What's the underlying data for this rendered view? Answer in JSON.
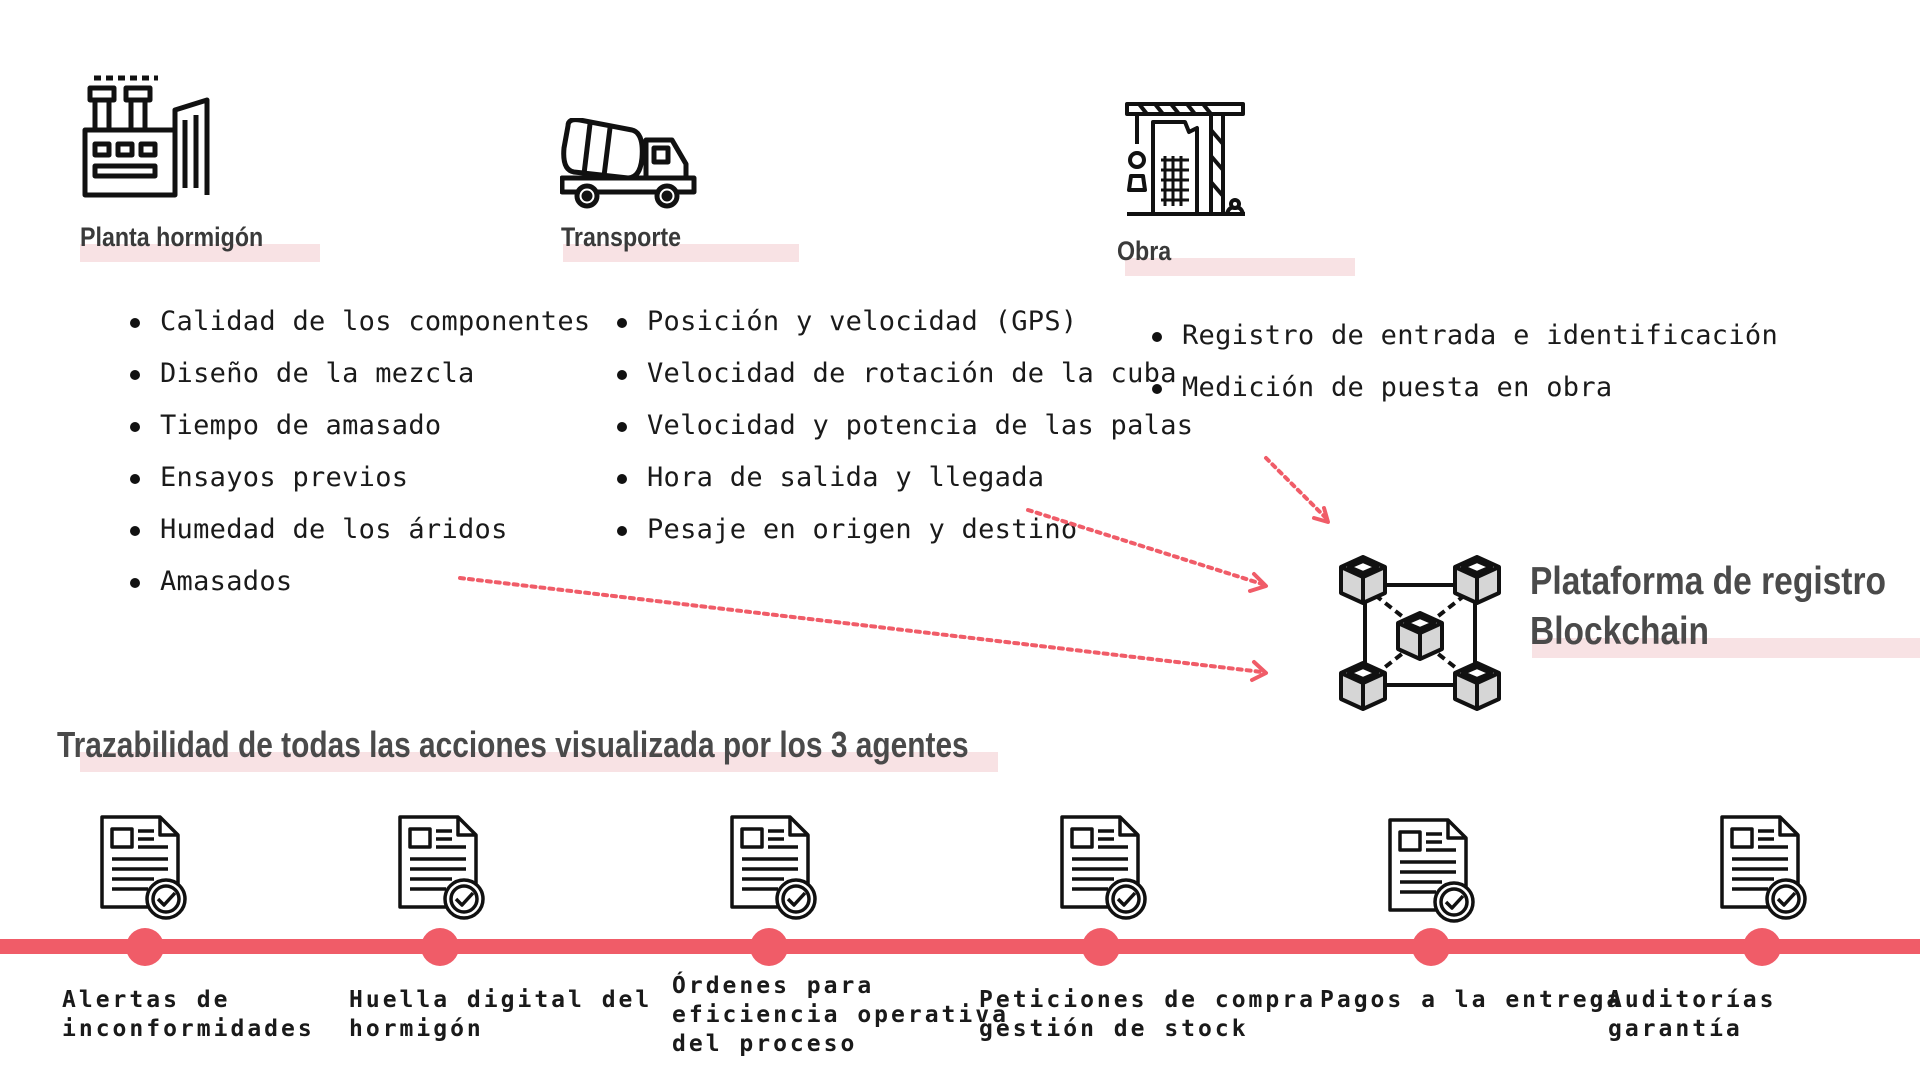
{
  "agents": [
    {
      "name": "Planta hormigón",
      "icon": "factory-icon",
      "items": [
        "Calidad de los componentes",
        "Diseño de la mezcla",
        "Tiempo de amasado",
        "Ensayos previos",
        "Humedad de los áridos",
        "Amasados"
      ]
    },
    {
      "name": "Transporte",
      "icon": "concrete-mixer-truck-icon",
      "items": [
        "Posición y velocidad (GPS)",
        "Velocidad de rotación de la cuba",
        "Velocidad y potencia de las palas",
        "Hora de salida y llegada",
        "Pesaje en origen y destino"
      ]
    },
    {
      "name": "Obra",
      "icon": "construction-crane-icon",
      "items": [
        "Registro de entrada e identificación",
        "Medición de puesta en obra"
      ]
    }
  ],
  "blockchain": {
    "line1": "Plataforma de registro",
    "line2": "Blockchain",
    "icon": "blockchain-network-icon"
  },
  "trace_title": "Trazabilidad de todas las acciones visualizada por los 3 agentes",
  "milestones": [
    {
      "label": "Alertas de\ninconformidades",
      "icon": "verified-document-icon"
    },
    {
      "label": "Huella digital del\nhormigón",
      "icon": "verified-document-icon"
    },
    {
      "label": "Órdenes para\neficiencia operativa\ndel proceso",
      "icon": "verified-document-icon"
    },
    {
      "label": "Peticiones de compra\ngestión de stock",
      "icon": "verified-document-icon"
    },
    {
      "label": "Pagos a la entrega",
      "icon": "verified-document-icon"
    },
    {
      "label": "Auditorías garantía",
      "icon": "verified-document-icon"
    }
  ],
  "colors": {
    "accent": "#f05c68",
    "highlight": "#f8e2e4",
    "heading": "#3a3a3a"
  }
}
